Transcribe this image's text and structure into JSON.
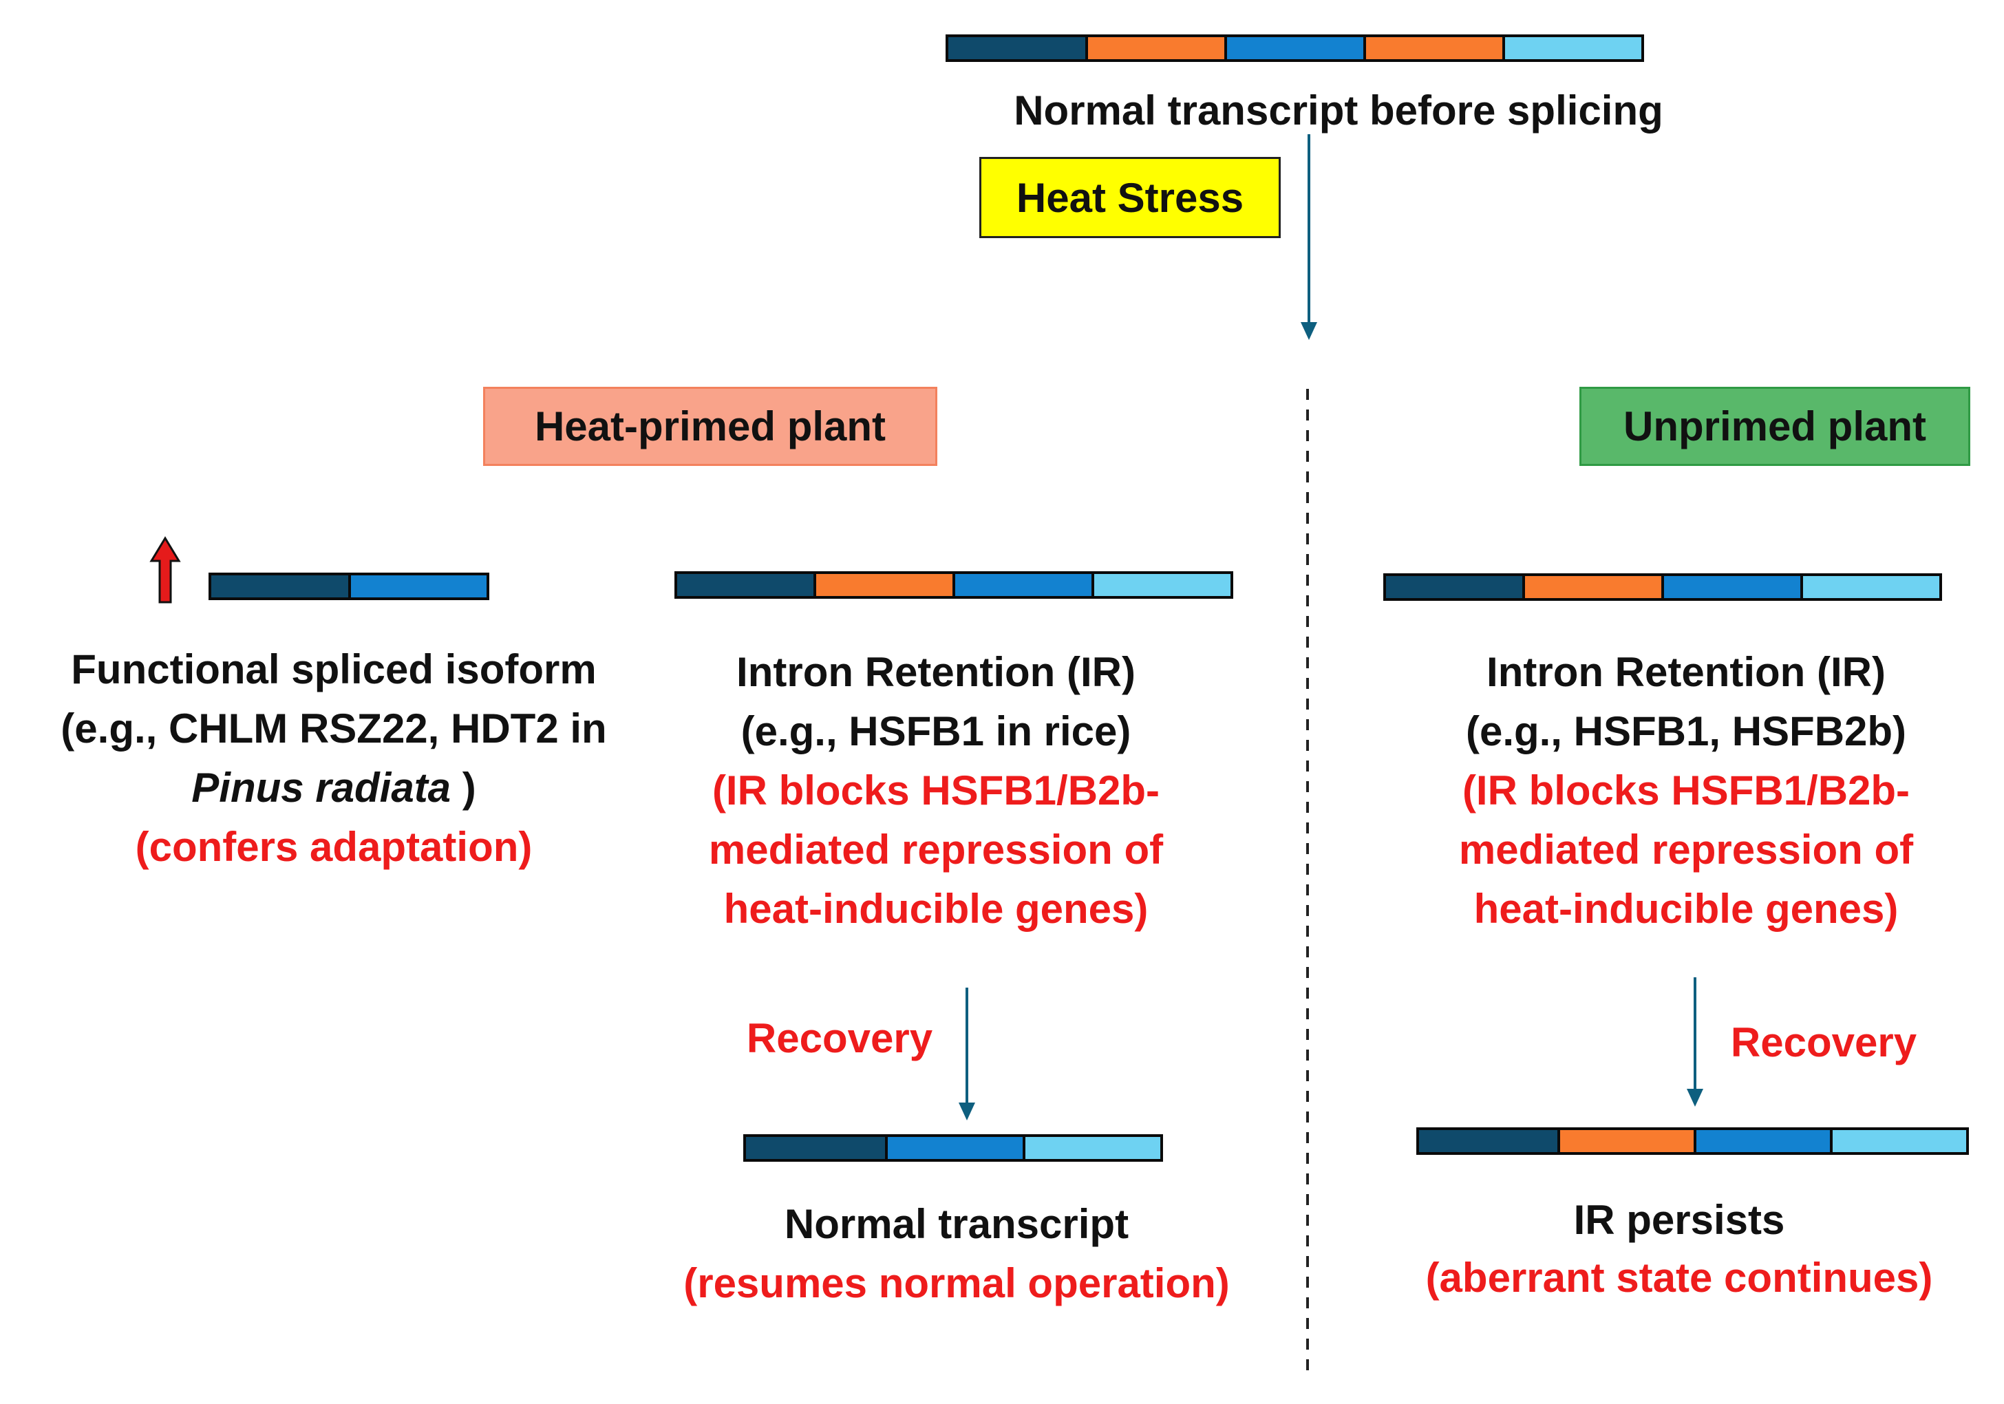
{
  "colors": {
    "exon_dark": "#0f4a6b",
    "exon_mid": "#1382d0",
    "exon_light": "#6ed2f2",
    "intron": "#f97b2e",
    "arrow": "#0e5f7f",
    "red_text": "#ee1c1c",
    "heat_box": "#ffff00",
    "primed_box": "#f9a38a",
    "unprimed_box": "#59b86a"
  },
  "top": {
    "label": "Normal transcript before splicing",
    "stress_label": "Heat Stress"
  },
  "primed": {
    "title": "Heat-primed plant",
    "increase_icon": "up-arrow-icon",
    "spliced": {
      "line1": "Functional spliced isoform",
      "line2": "(e.g., CHLM RSZ22, HDT2 in",
      "line3_italic": "Pinus radiata",
      "line3_tail": " )",
      "note": "(confers adaptation)"
    },
    "ir": {
      "line1": "Intron Retention (IR)",
      "line2": "(e.g., HSFB1 in rice)",
      "note1": "(IR blocks HSFB1/B2b-",
      "note2": "mediated repression of",
      "note3": "heat-inducible genes)"
    },
    "recovery_label": "Recovery",
    "outcome": {
      "line1": "Normal transcript",
      "note": "(resumes normal operation)"
    }
  },
  "unprimed": {
    "title": "Unprimed plant",
    "ir": {
      "line1": "Intron Retention (IR)",
      "line2": "(e.g., HSFB1, HSFB2b)",
      "note1": "(IR blocks HSFB1/B2b-",
      "note2": "mediated repression of",
      "note3": "heat-inducible genes)"
    },
    "recovery_label": "Recovery",
    "outcome": {
      "line1": "IR persists",
      "note": "(aberrant state continues)"
    }
  }
}
